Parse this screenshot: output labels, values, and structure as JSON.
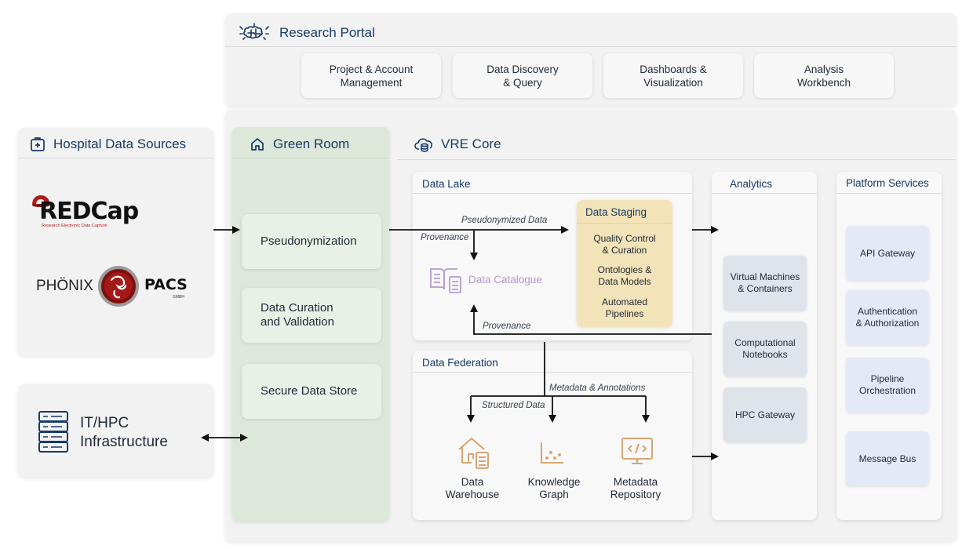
{
  "portal": {
    "title": "Research Portal",
    "cards": [
      "Project & Account\nManagement",
      "Data Discovery\n& Query",
      "Dashboards &\nVisualization",
      "Analysis\nWorkbench"
    ]
  },
  "hospital": {
    "title": "Hospital Data Sources",
    "redcap": {
      "name": "REDCap",
      "tagline": "Research Electronic Data Capture"
    },
    "phoenix": {
      "left": "PHÖNIX",
      "right": "PACS",
      "sub": "GMBH"
    }
  },
  "it": {
    "title": "IT/HPC\nInfrastructure"
  },
  "green_room": {
    "title": "Green Room",
    "items": [
      "Pseudonymization",
      "Data Curation\nand Validation",
      "Secure Data Store"
    ]
  },
  "vre": {
    "title": "VRE Core",
    "data_lake": {
      "title": "Data Lake",
      "catalogue": "Data Catalogue",
      "pseudo_label": "Pseudonymized Data",
      "provenance_top": "Provenance",
      "provenance_bottom": "Provenance",
      "staging": {
        "title": "Data Staging",
        "items": [
          "Quality Control\n& Curation",
          "Ontologies &\nData Models",
          "Automated\nPipelines"
        ]
      }
    },
    "federation": {
      "title": "Data Federation",
      "structured_label": "Structured Data",
      "meta_label": "Metadata & Annotations",
      "stores": [
        "Data\nWarehouse",
        "Knowledge\nGraph",
        "Metadata\nRepository"
      ]
    },
    "analytics": {
      "title": "Analytics",
      "items": [
        "Virtual Machines\n& Containers",
        "Computational\nNotebooks",
        "HPC Gateway"
      ]
    },
    "platform": {
      "title": "Platform Services",
      "items": [
        "API Gateway",
        "Authentication\n& Authorization",
        "Pipeline\nOrchestration",
        "Message Bus"
      ]
    }
  },
  "colors": {
    "heading": "#153a66",
    "green_room": "#dde8da",
    "staging": "#f3e3b8",
    "catalogue": "#b39bd0",
    "store_icons": "#d7a574",
    "redcap_red": "#b31b1b"
  }
}
